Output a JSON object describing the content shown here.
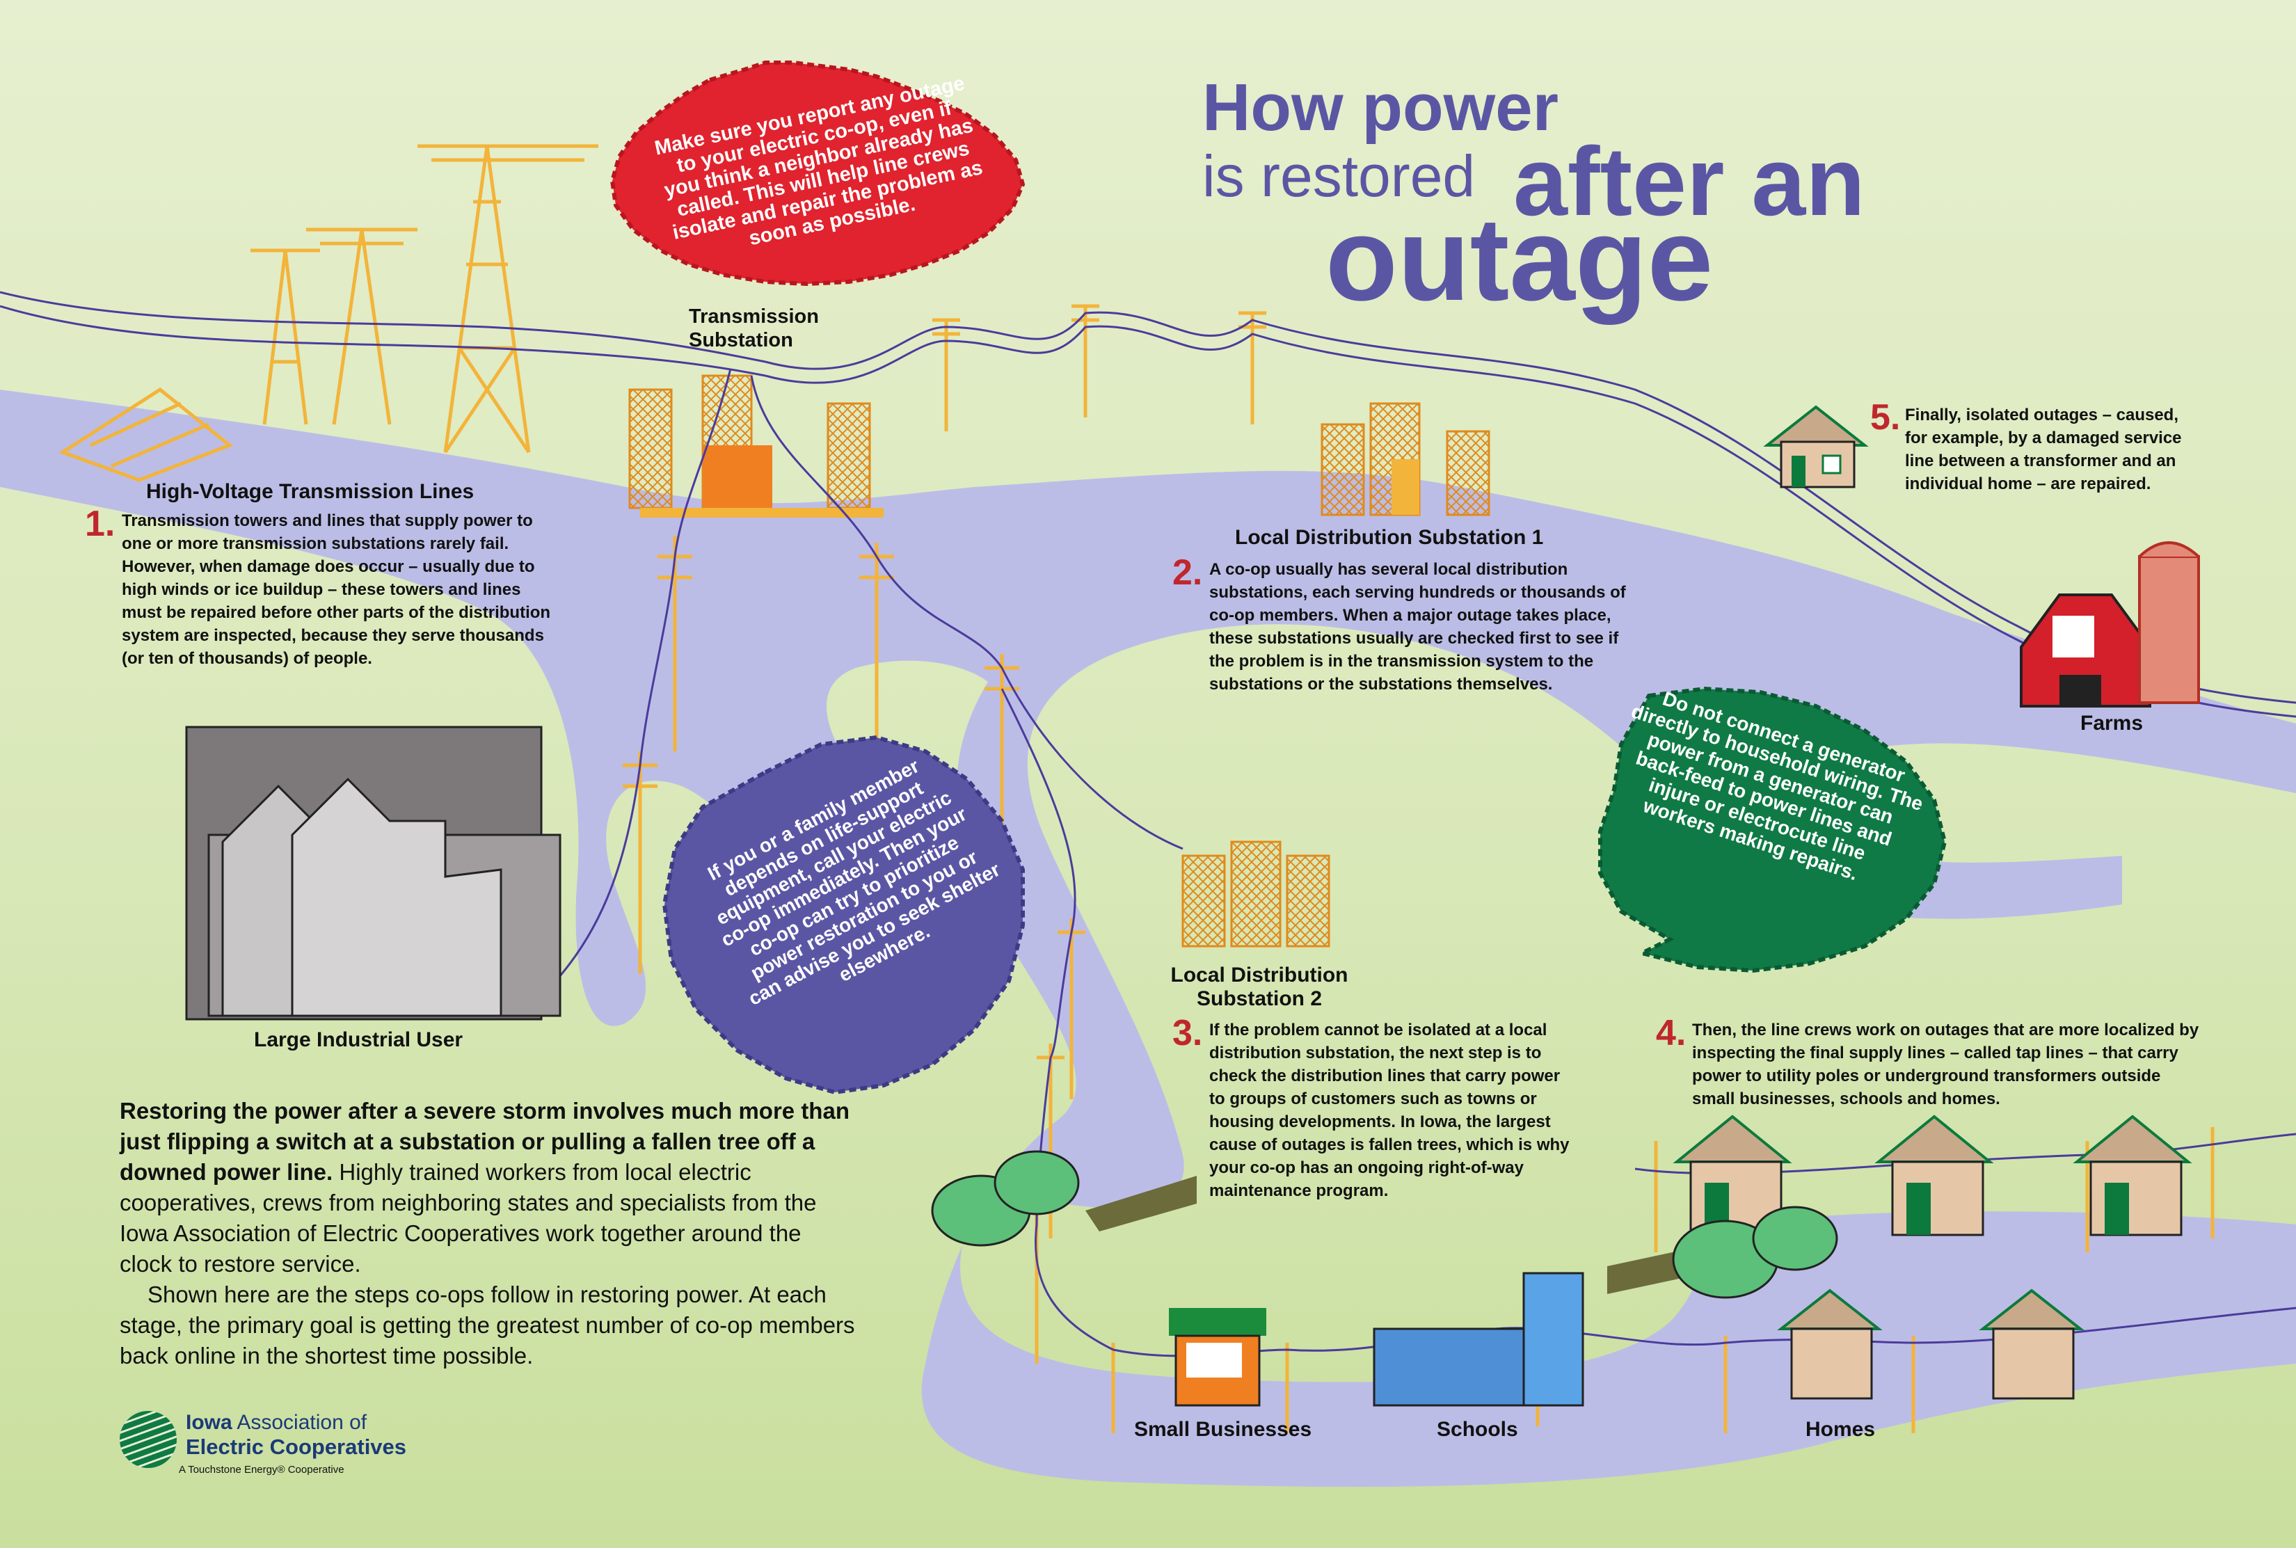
{
  "title": {
    "line1": "How power",
    "line2a": "is restored",
    "line2b": "after an",
    "line3": "outage"
  },
  "bursts": {
    "red": "Make sure you report any outage to your electric co-op, even if you think a neighbor already has called. This will help line crews isolate and repair the problem as soon as possible.",
    "purple": "If you or a family member depends on life-support equipment, call your electric co-op immediately. Then your co-op can try to prioritize power restoration to you or can advise you to seek shelter elsewhere.",
    "green": "Do not connect a generator directly to household wiring. The power from a generator can back-feed to power lines and injure or electrocute line workers making repairs."
  },
  "labels": {
    "hv_lines": "High-Voltage Transmission Lines",
    "transmission_substation": "Transmission Substation",
    "local_sub_1": "Local Distribution Substation 1",
    "local_sub_2": "Local Distribution Substation 2",
    "large_industrial": "Large Industrial User",
    "farms": "Farms",
    "small_businesses": "Small Businesses",
    "schools": "Schools",
    "homes": "Homes"
  },
  "steps": [
    {
      "num": "1.",
      "text": "Transmission towers and lines that supply power to one or more transmission substations rarely fail. However, when damage does occur – usually due to high winds or ice buildup – these towers and lines must be repaired before other parts of the distribution system are inspected, because they serve thousands (or ten of thousands) of people."
    },
    {
      "num": "2.",
      "text": "A co-op usually has several local distribution substations, each serving hundreds or thousands of co-op members. When a major outage takes place, these substations usually are checked first to see if the problem is in the transmission system to the substations or the substations themselves."
    },
    {
      "num": "3.",
      "text": "If the problem cannot be isolated at a local distribution substation, the next step is to check the distribution lines that carry power to groups of customers such as towns or housing developments. In Iowa, the largest cause of outages is fallen trees, which is why your co-op has an ongoing right-of-way maintenance program."
    },
    {
      "num": "4.",
      "text": "Then, the line crews work on outages that are more localized by inspecting the final supply lines – called tap lines – that carry power to utility poles or underground transformers outside small businesses, schools and homes."
    },
    {
      "num": "5.",
      "text": "Finally, isolated outages – caused, for example, by a damaged service line between a transformer and an individual home – are repaired."
    }
  ],
  "intro": {
    "bold": "Restoring the power after a severe storm involves much more than just flipping a switch at a substation or pulling a fallen tree off a downed power line.",
    "rest": " Highly trained workers from local electric cooperatives, crews from neighboring states and specialists from the Iowa Association of Electric Cooperatives work together around the clock to restore service.",
    "para2": "Shown here are the steps co-ops follow in restoring power. At each stage, the primary goal is getting the greatest number of co-op members back online in the shortest time possible."
  },
  "logo": {
    "line1a": "Iowa",
    "line1b": " Association of",
    "line2": "Electric Cooperatives",
    "tagline": "A Touchstone Energy® Cooperative"
  },
  "colors": {
    "title": "#5b56a4",
    "path": "#bcbde6",
    "tower": "#f2b43a",
    "red_burst": "#e0232e",
    "purple_burst": "#5b56a4",
    "green_burst": "#0f7a45",
    "step_number": "#c0272d"
  }
}
